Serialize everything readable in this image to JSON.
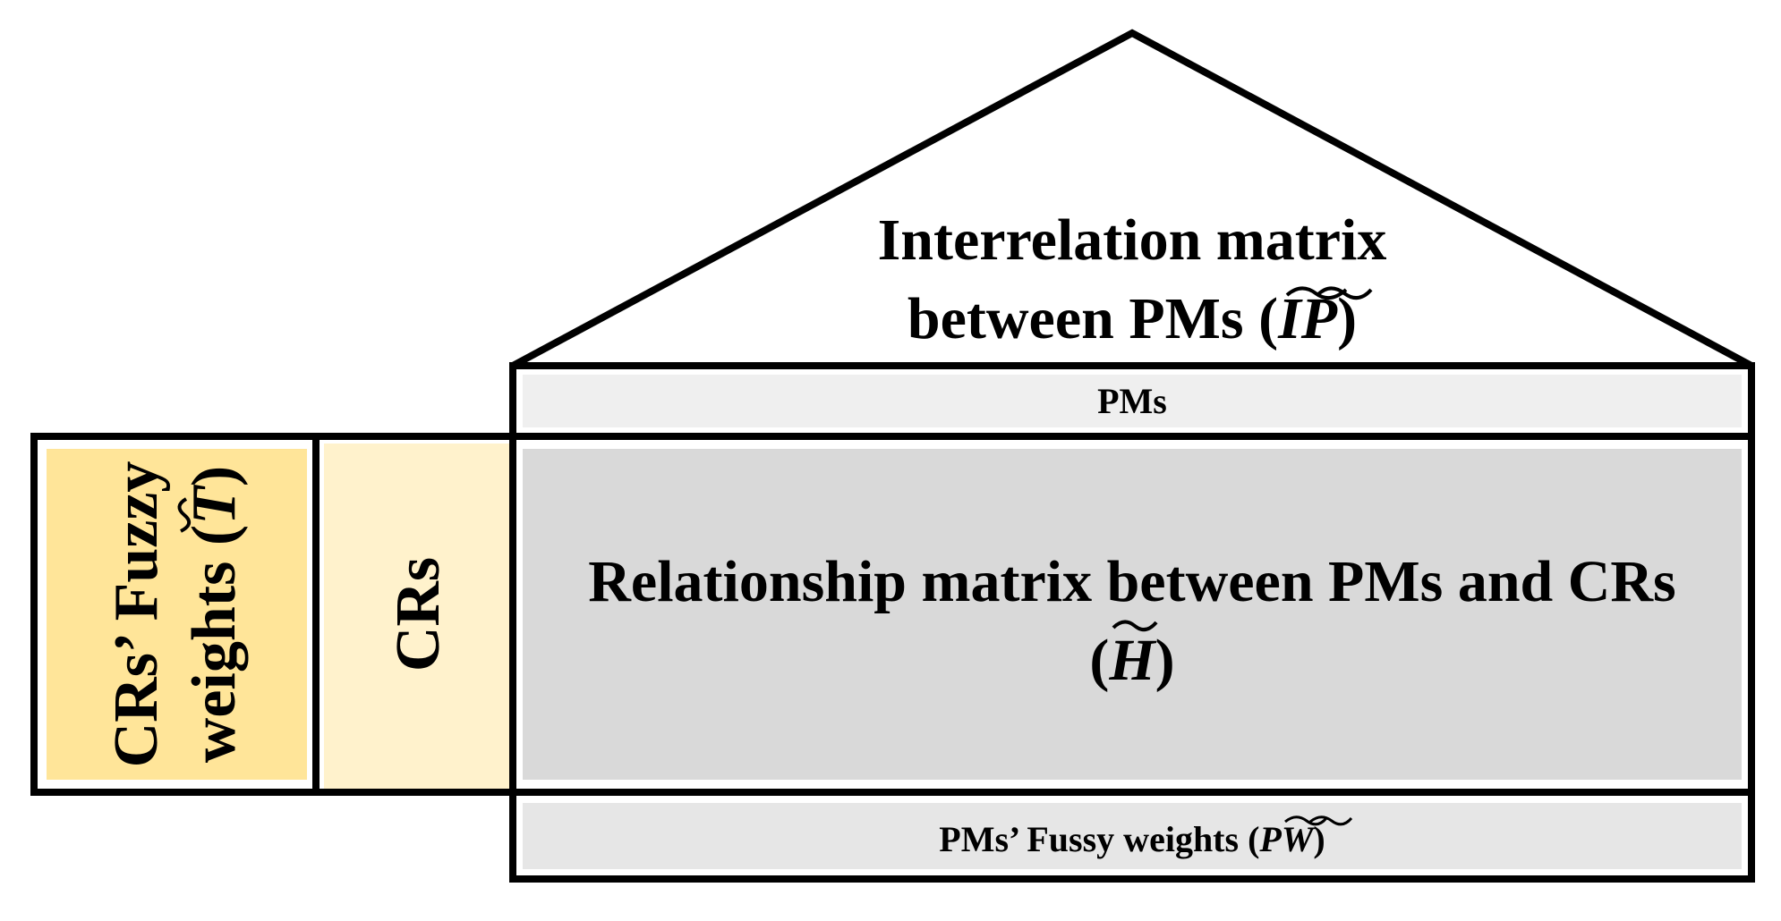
{
  "colors": {
    "stroke": "#000000",
    "roof_fill": "#ffffff",
    "pms_band_fill": "#efefef",
    "relationship_fill": "#d9d9d9",
    "crs_fill": "#fff2cc",
    "crs_weights_fill": "#ffe599",
    "pms_weights_fill": "#e6e6e6"
  },
  "roof": {
    "line1": "Interrelation matrix",
    "line2_prefix": "between PMs (",
    "line2_symbol": "IP",
    "line2_suffix": ")"
  },
  "pms_band": {
    "label": "PMs"
  },
  "relationship": {
    "line1": "Relationship matrix between PMs and CRs",
    "line2_prefix": "(",
    "line2_symbol": "H",
    "line2_suffix": ")"
  },
  "crs": {
    "label": "CRs"
  },
  "crs_weights": {
    "line1": "CRs’ Fuzzy",
    "line2_prefix": "weights (",
    "line2_symbol": "T",
    "line2_suffix": ")"
  },
  "pms_weights": {
    "prefix": "PMs’ Fussy weights (",
    "symbol": "PW",
    "suffix": ")"
  }
}
